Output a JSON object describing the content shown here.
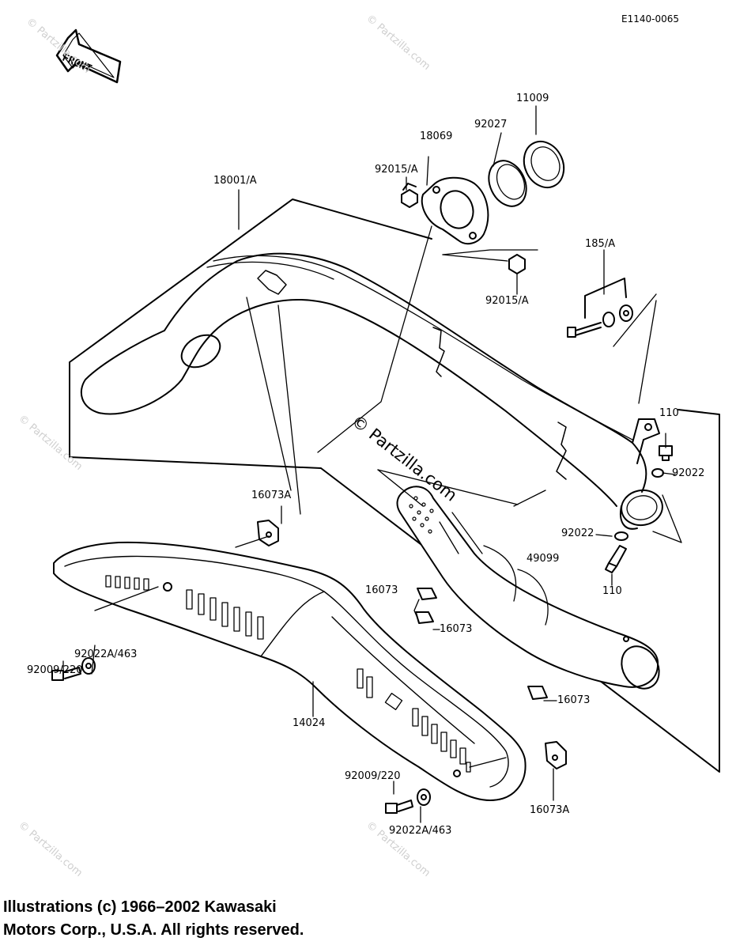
{
  "diagram_ref": "E1140-0065",
  "front_label": "FRONT",
  "watermark_text": "© Partzilla.com",
  "copyright_lines": [
    "Illustrations (c) 1966–2002 Kawasaki",
    "Motors Corp., U.S.A.  All rights reserved."
  ],
  "parts": {
    "muffler_assy": "18001/A",
    "holder": "18069",
    "nut_top": "92015/A",
    "nut_bottom": "92015/A",
    "gasket_ring": "92027",
    "gasket": "11009",
    "bolt_set": "185/A",
    "bolt_upper": "110",
    "washer_upper": "92022",
    "washer_lower": "92022",
    "bolt_lower": "110",
    "baffle": "49099",
    "clip_nut_top": "16073A",
    "clip_a": "16073",
    "clip_b": "16073",
    "clip_c": "16073",
    "clip_nut_bottom": "16073A",
    "cover": "14024",
    "screw_left": "92009/220",
    "washer_left": "92022A/463",
    "screw_right": "92009/220",
    "washer_right": "92022A/463"
  }
}
